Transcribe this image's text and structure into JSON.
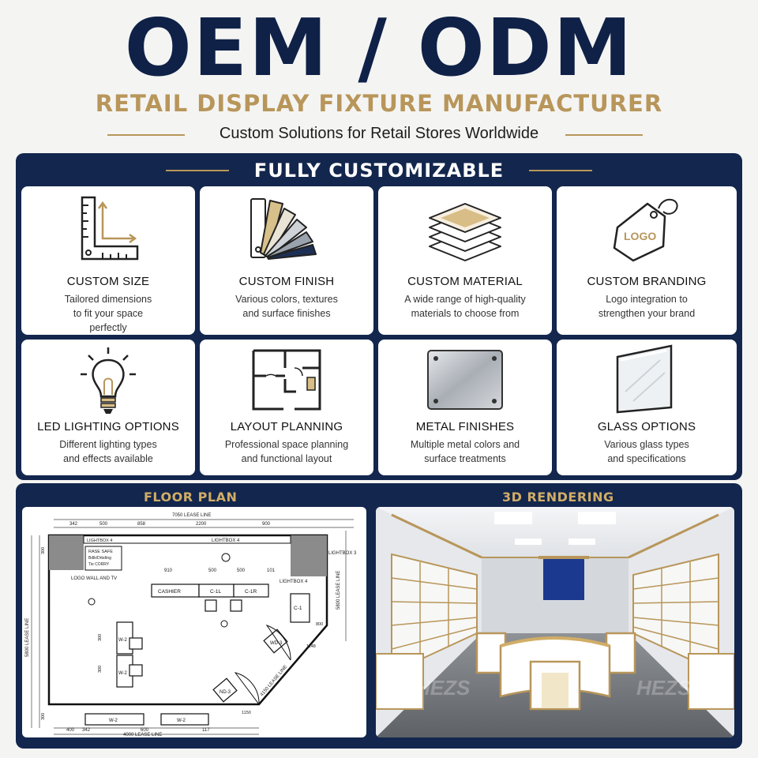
{
  "header": {
    "title": "OEM / ODM",
    "subtitle": "RETAIL DISPLAY FIXTURE MANUFACTURER",
    "tagline": "Custom Solutions for Retail Stores Worldwide"
  },
  "colors": {
    "navy": "#13264d",
    "gold": "#b8965a",
    "title_navy": "#0f2147"
  },
  "customizable": {
    "title": "FULLY CUSTOMIZABLE",
    "cards": [
      {
        "icon": "ruler-square-icon",
        "title": "CUSTOM SIZE",
        "desc": [
          "Tailored dimensions",
          "to fit your space",
          "perfectly"
        ]
      },
      {
        "icon": "swatch-fan-icon",
        "title": "CUSTOM FINISH",
        "desc": [
          "Various colors, textures",
          "and surface finishes"
        ]
      },
      {
        "icon": "material-layers-icon",
        "title": "CUSTOM MATERIAL",
        "desc": [
          "A wide range of high-quality",
          "materials to choose from"
        ]
      },
      {
        "icon": "logo-tag-icon",
        "title": "CUSTOM BRANDING",
        "desc": [
          "Logo integration to",
          "strengthen your brand"
        ],
        "tag_text": "LOGO"
      },
      {
        "icon": "light-bulb-icon",
        "title": "LED LIGHTING OPTIONS",
        "desc": [
          "Different lighting types",
          "and effects available"
        ]
      },
      {
        "icon": "floor-layout-icon",
        "title": "LAYOUT PLANNING",
        "desc": [
          "Professional space planning",
          "and functional layout"
        ]
      },
      {
        "icon": "metal-plate-icon",
        "title": "METAL FINISHES",
        "desc": [
          "Multiple metal colors and",
          "surface treatments"
        ]
      },
      {
        "icon": "glass-panel-icon",
        "title": "GLASS OPTIONS",
        "desc": [
          "Various glass types",
          "and specifications"
        ]
      }
    ]
  },
  "floor_plan": {
    "label": "FLOOR PLAN",
    "texts": {
      "top_lease": "7050 LEASE LINE",
      "dims_top": [
        "342",
        "500",
        "858",
        "2200",
        "900"
      ],
      "lightbox4": "LIGHTBOX 4",
      "lightbox3": "LIGHTBOX 3",
      "lightbox4b": "LIGHTBOX 4",
      "lightbox_left": "LIGHTBOX 4",
      "safe": [
        "RASE SAFE",
        "Bdlk/Drbdtng",
        "Tie CORRY"
      ],
      "logo_wall": "LOGO WALL AND TV",
      "row_dims": [
        "910",
        "500",
        "500",
        "101"
      ],
      "cashier": "CASHIER",
      "c1l": "C-1L",
      "c1r": "C-1R",
      "c1": "C-1",
      "w2a": "W-2",
      "w2b": "W-2",
      "w2c": "W-2",
      "w2d": "W-2",
      "wd3": "WD-3",
      "nd3": "ND-3",
      "left_lease": "5800 LEASE LINE",
      "right_lease": "5800 LEASE LINE",
      "bottom_lease": "4000 LEASE LINE",
      "diag_lease": "4150 LEASE LINE",
      "bottom_dims": [
        "400",
        "342",
        "600",
        "117"
      ],
      "side_dims": [
        "300",
        "300",
        "300",
        "300"
      ],
      "right_dims": [
        "1148",
        "800",
        "1150"
      ]
    }
  },
  "rendering": {
    "label": "3D RENDERING",
    "watermark": "HEZS"
  }
}
